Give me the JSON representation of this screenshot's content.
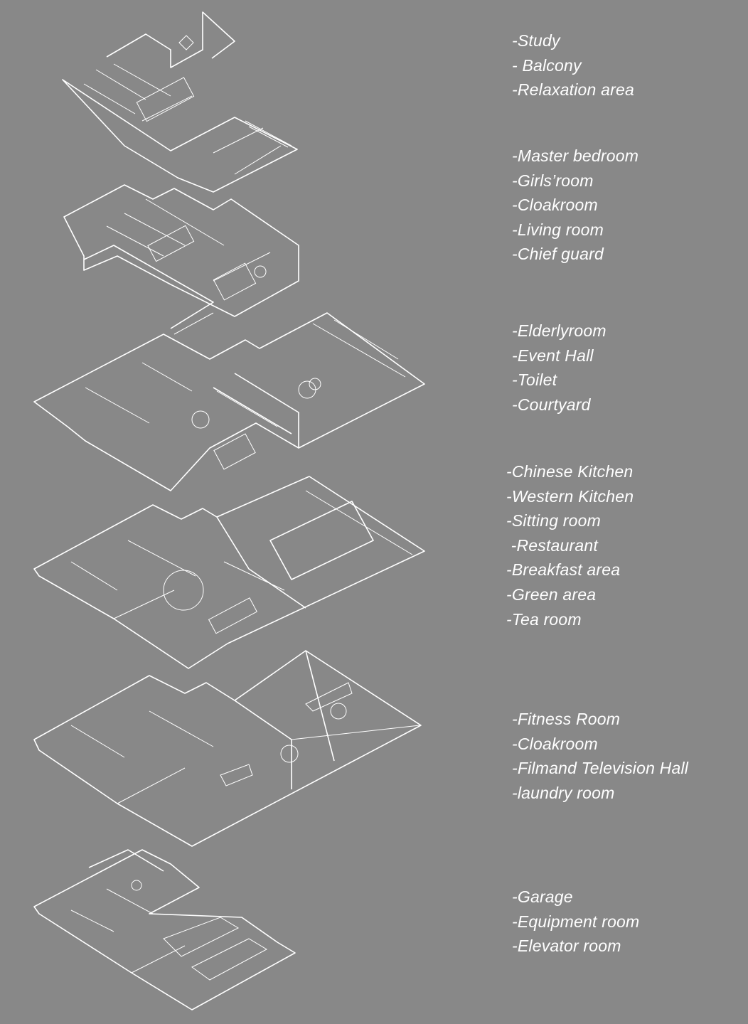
{
  "colors": {
    "background": "#888888",
    "linework": "#ffffff",
    "text": "#ffffff"
  },
  "floors": [
    {
      "id": "roof",
      "rooms": [
        "-Study",
        "- Balcony",
        "-Relaxation area"
      ]
    },
    {
      "id": "third-floor",
      "rooms": [
        "-Master bedroom",
        "-Girls’room",
        "-Cloakroom",
        "-Living room",
        "-Chief guard"
      ]
    },
    {
      "id": "second-floor",
      "rooms": [
        "-Elderlyroom",
        "-Event Hall",
        "-Toilet",
        "-Courtyard"
      ]
    },
    {
      "id": "first-floor",
      "rooms": [
        "-Chinese Kitchen",
        "-Western Kitchen",
        "-Sitting room",
        " -Restaurant",
        "-Breakfast area",
        "-Green area",
        "-Tea room"
      ]
    },
    {
      "id": "basement",
      "rooms": [
        "-Fitness Room",
        "-Cloakroom",
        "-Filmand Television Hall",
        "-laundry room"
      ]
    },
    {
      "id": "garage-level",
      "rooms": [
        "-Garage",
        "-Equipment room",
        "-Elevator room"
      ]
    }
  ]
}
